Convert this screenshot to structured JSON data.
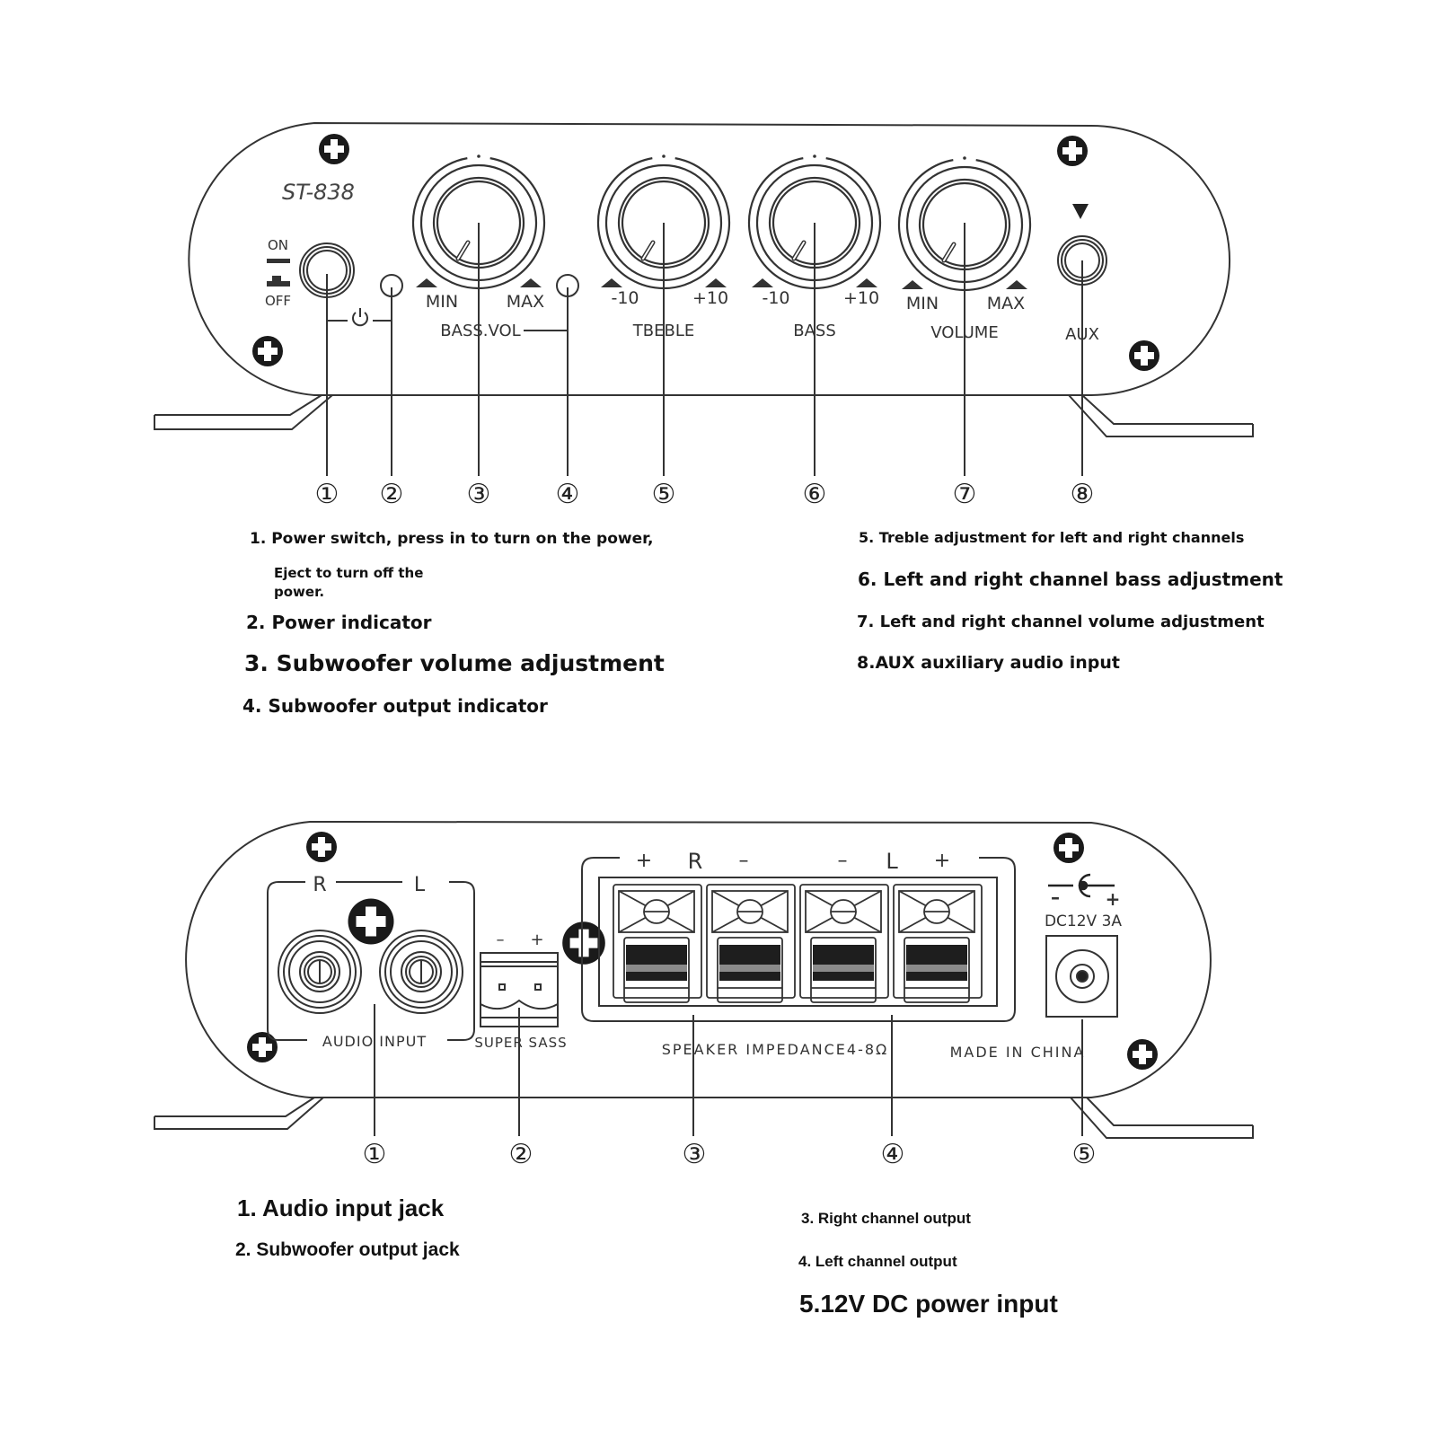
{
  "front_panel": {
    "model": "ST-838",
    "power_switch": {
      "on_label": "ON",
      "off_label": "OFF"
    },
    "power_symbol": "power-icon",
    "knobs": [
      {
        "id": "bass-vol",
        "min_label": "MIN",
        "max_label": "MAX",
        "name": "BASS.VOL"
      },
      {
        "id": "treble",
        "min_label": "-10",
        "max_label": "+10",
        "name": "TBEBLE"
      },
      {
        "id": "bass",
        "min_label": "-10",
        "max_label": "+10",
        "name": "BASS"
      },
      {
        "id": "volume",
        "min_label": "MIN",
        "max_label": "MAX",
        "name": "VOLUME"
      }
    ],
    "aux_label": "AUX",
    "callouts": [
      "①",
      "②",
      "③",
      "④",
      "⑤",
      "⑥",
      "⑦",
      "⑧"
    ]
  },
  "front_descriptions": [
    "1. Power switch, press in to turn on the power,",
    "Eject to turn off the",
    "power.",
    "2. Power indicator",
    "3. Subwoofer volume adjustment",
    "4. Subwoofer output indicator",
    "5. Treble adjustment for left and right channels",
    "6. Left and right channel bass adjustment",
    "7. Left and right channel volume adjustment",
    "8.AUX auxiliary audio input"
  ],
  "rear_panel": {
    "audio_input": {
      "r_label": "R",
      "l_label": "L",
      "name": "AUDIO INPUT"
    },
    "sub_out": {
      "minus": "–",
      "plus": "+",
      "name": "SUPER SASS"
    },
    "speaker": {
      "plus_r": "+",
      "r": "R",
      "minus_r": "–",
      "minus_l": "–",
      "l": "L",
      "plus_l": "+",
      "impedance": "SPEAKER IMPEDANCE4-8Ω"
    },
    "made_in": "MADE IN CHINA",
    "dc": {
      "minus": "–",
      "plus": "+",
      "rating": "DC12V 3A"
    },
    "callouts": [
      "①",
      "②",
      "③",
      "④",
      "⑤"
    ]
  },
  "rear_descriptions": [
    "1. Audio input jack",
    "2. Subwoofer output jack",
    "3. Right channel output",
    "4. Left channel output",
    "5.12V DC power input"
  ]
}
